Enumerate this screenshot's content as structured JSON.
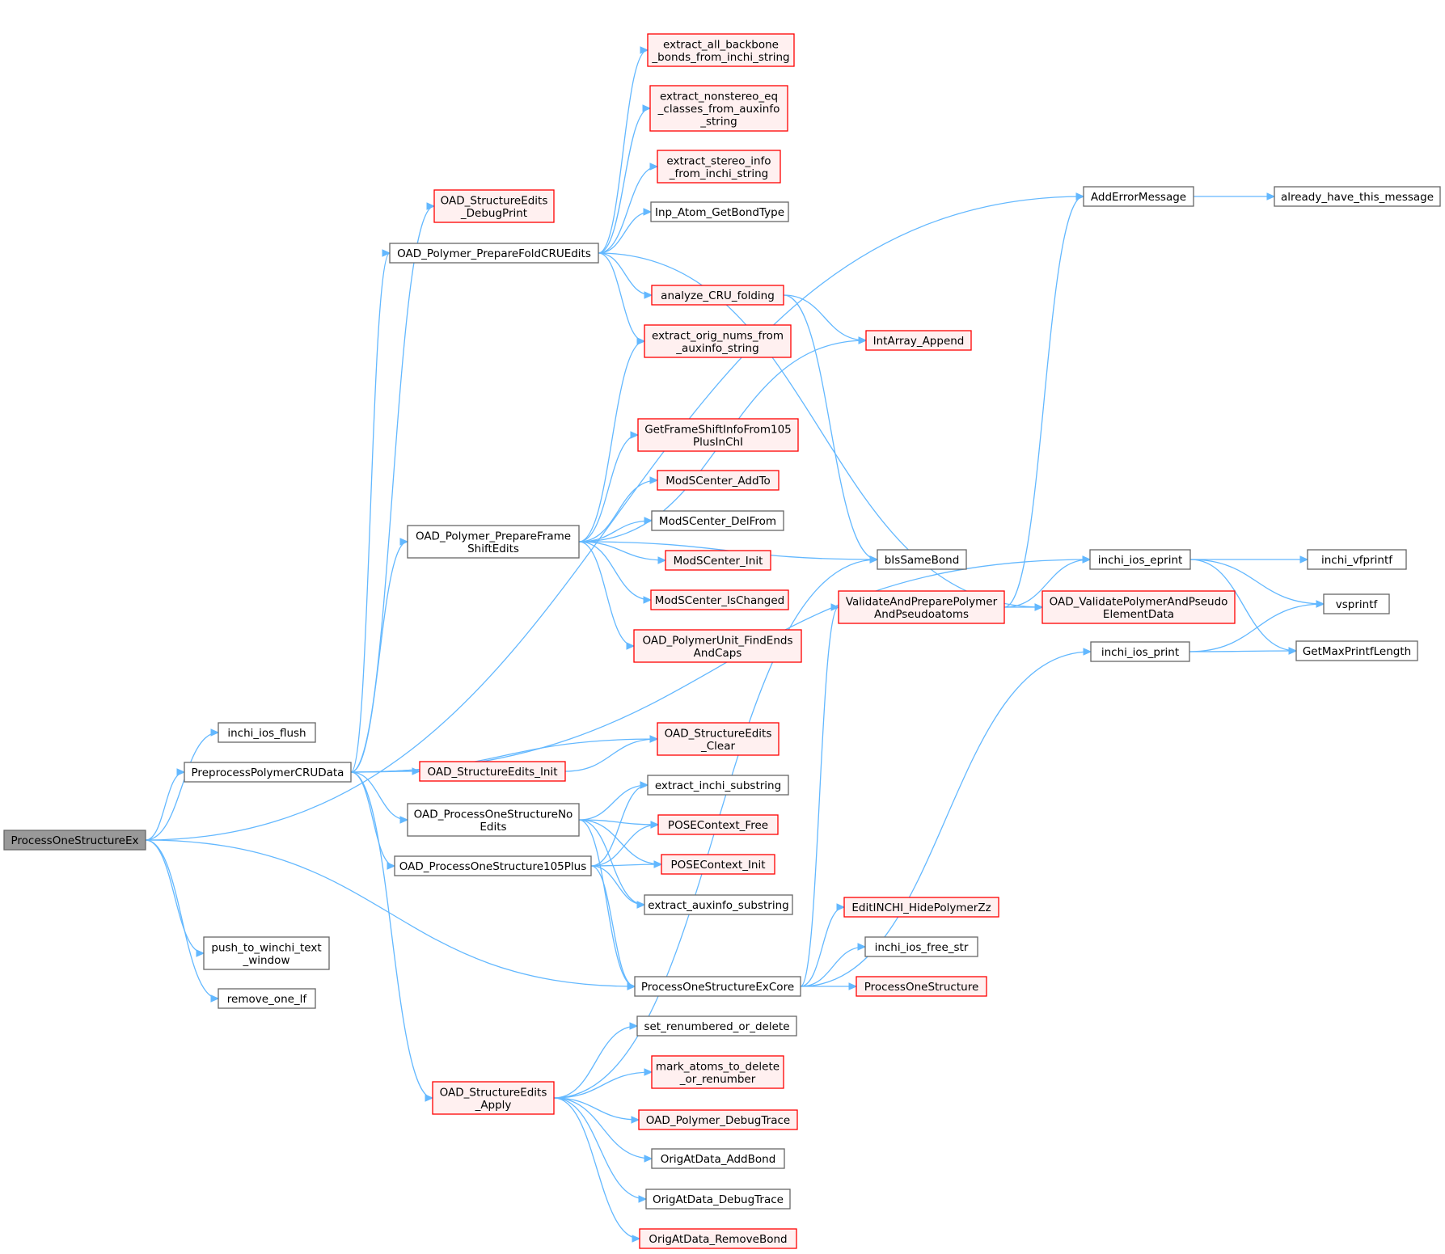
{
  "colors": {
    "edge": "#63b8ff",
    "root_fill": "#999999",
    "red_fill": "#fff0f0",
    "red_stroke": "#ff0000",
    "plain_stroke": "#666666"
  },
  "nodes": [
    {
      "id": "ProcessOneStructureEx",
      "lines": [
        "ProcessOneStructureEx"
      ],
      "style": "root"
    },
    {
      "id": "inchi_ios_flush",
      "lines": [
        "inchi_ios_flush"
      ],
      "style": "plain"
    },
    {
      "id": "PreprocessPolymerCRUData",
      "lines": [
        "PreprocessPolymerCRUData"
      ],
      "style": "plain"
    },
    {
      "id": "push_to_winchi_text_window",
      "lines": [
        "push_to_winchi_text",
        "_window"
      ],
      "style": "plain"
    },
    {
      "id": "remove_one_lf",
      "lines": [
        "remove_one_lf"
      ],
      "style": "plain"
    },
    {
      "id": "OAD_StructureEdits_DebugPrint",
      "lines": [
        "OAD_StructureEdits",
        "_DebugPrint"
      ],
      "style": "red"
    },
    {
      "id": "OAD_Polymer_PrepareFoldCRUEdits",
      "lines": [
        "OAD_Polymer_PrepareFoldCRUEdits"
      ],
      "style": "plain"
    },
    {
      "id": "OAD_Polymer_PrepareFrameShiftEdits",
      "lines": [
        "OAD_Polymer_PrepareFrame",
        "ShiftEdits"
      ],
      "style": "plain"
    },
    {
      "id": "OAD_StructureEdits_Init",
      "lines": [
        "OAD_StructureEdits_Init"
      ],
      "style": "red"
    },
    {
      "id": "OAD_ProcessOneStructureNoEdits",
      "lines": [
        "OAD_ProcessOneStructureNo",
        "Edits"
      ],
      "style": "plain"
    },
    {
      "id": "OAD_ProcessOneStructure105Plus",
      "lines": [
        "OAD_ProcessOneStructure105Plus"
      ],
      "style": "plain"
    },
    {
      "id": "OAD_StructureEdits_Apply",
      "lines": [
        "OAD_StructureEdits",
        "_Apply"
      ],
      "style": "red"
    },
    {
      "id": "extract_all_backbone_bonds_from_inchi_string",
      "lines": [
        "extract_all_backbone",
        "_bonds_from_inchi_string"
      ],
      "style": "red"
    },
    {
      "id": "extract_nonstereo_eq_classes_from_auxinfo_string",
      "lines": [
        "extract_nonstereo_eq",
        "_classes_from_auxinfo",
        "_string"
      ],
      "style": "red"
    },
    {
      "id": "extract_stereo_info_from_inchi_string",
      "lines": [
        "extract_stereo_info",
        "_from_inchi_string"
      ],
      "style": "red"
    },
    {
      "id": "Inp_Atom_GetBondType",
      "lines": [
        "Inp_Atom_GetBondType"
      ],
      "style": "plain"
    },
    {
      "id": "analyze_CRU_folding",
      "lines": [
        "analyze_CRU_folding"
      ],
      "style": "red"
    },
    {
      "id": "extract_orig_nums_from_auxinfo_string",
      "lines": [
        "extract_orig_nums_from",
        "_auxinfo_string"
      ],
      "style": "red"
    },
    {
      "id": "GetFrameShiftInfoFrom105PlusInChI",
      "lines": [
        "GetFrameShiftInfoFrom105",
        "PlusInChI"
      ],
      "style": "red"
    },
    {
      "id": "ModSCenter_AddTo",
      "lines": [
        "ModSCenter_AddTo"
      ],
      "style": "red"
    },
    {
      "id": "ModSCenter_DelFrom",
      "lines": [
        "ModSCenter_DelFrom"
      ],
      "style": "plain"
    },
    {
      "id": "ModSCenter_Init",
      "lines": [
        "ModSCenter_Init"
      ],
      "style": "red"
    },
    {
      "id": "ModSCenter_IsChanged",
      "lines": [
        "ModSCenter_IsChanged"
      ],
      "style": "red"
    },
    {
      "id": "OAD_PolymerUnit_FindEndsAndCaps",
      "lines": [
        "OAD_PolymerUnit_FindEnds",
        "AndCaps"
      ],
      "style": "red"
    },
    {
      "id": "OAD_StructureEdits_Clear",
      "lines": [
        "OAD_StructureEdits",
        "_Clear"
      ],
      "style": "red"
    },
    {
      "id": "extract_inchi_substring",
      "lines": [
        "extract_inchi_substring"
      ],
      "style": "plain"
    },
    {
      "id": "POSEContext_Free",
      "lines": [
        "POSEContext_Free"
      ],
      "style": "red"
    },
    {
      "id": "POSEContext_Init",
      "lines": [
        "POSEContext_Init"
      ],
      "style": "red"
    },
    {
      "id": "extract_auxinfo_substring",
      "lines": [
        "extract_auxinfo_substring"
      ],
      "style": "plain"
    },
    {
      "id": "ProcessOneStructureExCore",
      "lines": [
        "ProcessOneStructureExCore"
      ],
      "style": "plain"
    },
    {
      "id": "set_renumbered_or_delete",
      "lines": [
        "set_renumbered_or_delete"
      ],
      "style": "plain"
    },
    {
      "id": "mark_atoms_to_delete_or_renumber",
      "lines": [
        "mark_atoms_to_delete",
        "_or_renumber"
      ],
      "style": "red"
    },
    {
      "id": "OAD_Polymer_DebugTrace",
      "lines": [
        "OAD_Polymer_DebugTrace"
      ],
      "style": "red"
    },
    {
      "id": "OrigAtData_AddBond",
      "lines": [
        "OrigAtData_AddBond"
      ],
      "style": "plain"
    },
    {
      "id": "OrigAtData_DebugTrace",
      "lines": [
        "OrigAtData_DebugTrace"
      ],
      "style": "plain"
    },
    {
      "id": "OrigAtData_RemoveBond",
      "lines": [
        "OrigAtData_RemoveBond"
      ],
      "style": "red"
    },
    {
      "id": "IntArray_Append",
      "lines": [
        "IntArray_Append"
      ],
      "style": "red"
    },
    {
      "id": "bIsSameBond",
      "lines": [
        "bIsSameBond"
      ],
      "style": "plain"
    },
    {
      "id": "ValidateAndPreparePolymerAndPseudoatoms",
      "lines": [
        "ValidateAndPreparePolymer",
        "AndPseudoatoms"
      ],
      "style": "red"
    },
    {
      "id": "EditINCHI_HidePolymerZz",
      "lines": [
        "EditINCHI_HidePolymerZz"
      ],
      "style": "red"
    },
    {
      "id": "inchi_ios_free_str",
      "lines": [
        "inchi_ios_free_str"
      ],
      "style": "plain"
    },
    {
      "id": "ProcessOneStructure",
      "lines": [
        "ProcessOneStructure"
      ],
      "style": "red"
    },
    {
      "id": "AddErrorMessage",
      "lines": [
        "AddErrorMessage"
      ],
      "style": "plain"
    },
    {
      "id": "inchi_ios_eprint",
      "lines": [
        "inchi_ios_eprint"
      ],
      "style": "plain"
    },
    {
      "id": "OAD_ValidatePolymerAndPseudoElementData",
      "lines": [
        "OAD_ValidatePolymerAndPseudo",
        "ElementData"
      ],
      "style": "red"
    },
    {
      "id": "inchi_ios_print",
      "lines": [
        "inchi_ios_print"
      ],
      "style": "plain"
    },
    {
      "id": "already_have_this_message",
      "lines": [
        "already_have_this_message"
      ],
      "style": "plain"
    },
    {
      "id": "inchi_vfprintf",
      "lines": [
        "inchi_vfprintf"
      ],
      "style": "plain"
    },
    {
      "id": "vsprintf",
      "lines": [
        "vsprintf"
      ],
      "style": "plain"
    },
    {
      "id": "GetMaxPrintfLength",
      "lines": [
        "GetMaxPrintfLength"
      ],
      "style": "plain"
    }
  ],
  "edges": [
    [
      "ProcessOneStructureEx",
      "inchi_ios_flush"
    ],
    [
      "ProcessOneStructureEx",
      "PreprocessPolymerCRUData"
    ],
    [
      "ProcessOneStructureEx",
      "push_to_winchi_text_window"
    ],
    [
      "ProcessOneStructureEx",
      "remove_one_lf"
    ],
    [
      "ProcessOneStructureEx",
      "ProcessOneStructureExCore"
    ],
    [
      "ProcessOneStructureEx",
      "AddErrorMessage"
    ],
    [
      "PreprocessPolymerCRUData",
      "OAD_StructureEdits_DebugPrint"
    ],
    [
      "PreprocessPolymerCRUData",
      "OAD_Polymer_PrepareFoldCRUEdits"
    ],
    [
      "PreprocessPolymerCRUData",
      "OAD_Polymer_PrepareFrameShiftEdits"
    ],
    [
      "PreprocessPolymerCRUData",
      "OAD_StructureEdits_Clear"
    ],
    [
      "PreprocessPolymerCRUData",
      "OAD_StructureEdits_Init"
    ],
    [
      "PreprocessPolymerCRUData",
      "OAD_ProcessOneStructureNoEdits"
    ],
    [
      "PreprocessPolymerCRUData",
      "OAD_ProcessOneStructure105Plus"
    ],
    [
      "PreprocessPolymerCRUData",
      "OAD_StructureEdits_Apply"
    ],
    [
      "PreprocessPolymerCRUData",
      "inchi_ios_eprint"
    ],
    [
      "OAD_Polymer_PrepareFoldCRUEdits",
      "extract_all_backbone_bonds_from_inchi_string"
    ],
    [
      "OAD_Polymer_PrepareFoldCRUEdits",
      "extract_nonstereo_eq_classes_from_auxinfo_string"
    ],
    [
      "OAD_Polymer_PrepareFoldCRUEdits",
      "extract_stereo_info_from_inchi_string"
    ],
    [
      "OAD_Polymer_PrepareFoldCRUEdits",
      "Inp_Atom_GetBondType"
    ],
    [
      "OAD_Polymer_PrepareFoldCRUEdits",
      "analyze_CRU_folding"
    ],
    [
      "OAD_Polymer_PrepareFoldCRUEdits",
      "extract_orig_nums_from_auxinfo_string"
    ],
    [
      "OAD_Polymer_PrepareFoldCRUEdits",
      "OAD_ValidatePolymerAndPseudoElementData"
    ],
    [
      "OAD_Polymer_PrepareFrameShiftEdits",
      "extract_orig_nums_from_auxinfo_string"
    ],
    [
      "OAD_Polymer_PrepareFrameShiftEdits",
      "IntArray_Append"
    ],
    [
      "OAD_Polymer_PrepareFrameShiftEdits",
      "GetFrameShiftInfoFrom105PlusInChI"
    ],
    [
      "OAD_Polymer_PrepareFrameShiftEdits",
      "ModSCenter_AddTo"
    ],
    [
      "OAD_Polymer_PrepareFrameShiftEdits",
      "ModSCenter_DelFrom"
    ],
    [
      "OAD_Polymer_PrepareFrameShiftEdits",
      "ModSCenter_Init"
    ],
    [
      "OAD_Polymer_PrepareFrameShiftEdits",
      "ModSCenter_IsChanged"
    ],
    [
      "OAD_Polymer_PrepareFrameShiftEdits",
      "OAD_PolymerUnit_FindEndsAndCaps"
    ],
    [
      "OAD_Polymer_PrepareFrameShiftEdits",
      "bIsSameBond"
    ],
    [
      "OAD_StructureEdits_Init",
      "OAD_StructureEdits_Clear"
    ],
    [
      "analyze_CRU_folding",
      "IntArray_Append"
    ],
    [
      "analyze_CRU_folding",
      "bIsSameBond"
    ],
    [
      "OAD_ProcessOneStructureNoEdits",
      "extract_inchi_substring"
    ],
    [
      "OAD_ProcessOneStructureNoEdits",
      "POSEContext_Free"
    ],
    [
      "OAD_ProcessOneStructureNoEdits",
      "POSEContext_Init"
    ],
    [
      "OAD_ProcessOneStructureNoEdits",
      "extract_auxinfo_substring"
    ],
    [
      "OAD_ProcessOneStructureNoEdits",
      "ProcessOneStructureExCore"
    ],
    [
      "OAD_ProcessOneStructure105Plus",
      "extract_inchi_substring"
    ],
    [
      "OAD_ProcessOneStructure105Plus",
      "POSEContext_Free"
    ],
    [
      "OAD_ProcessOneStructure105Plus",
      "POSEContext_Init"
    ],
    [
      "OAD_ProcessOneStructure105Plus",
      "extract_auxinfo_substring"
    ],
    [
      "OAD_ProcessOneStructure105Plus",
      "ProcessOneStructureExCore"
    ],
    [
      "OAD_StructureEdits_Apply",
      "set_renumbered_or_delete"
    ],
    [
      "OAD_StructureEdits_Apply",
      "mark_atoms_to_delete_or_renumber"
    ],
    [
      "OAD_StructureEdits_Apply",
      "OAD_Polymer_DebugTrace"
    ],
    [
      "OAD_StructureEdits_Apply",
      "OrigAtData_AddBond"
    ],
    [
      "OAD_StructureEdits_Apply",
      "OrigAtData_DebugTrace"
    ],
    [
      "OAD_StructureEdits_Apply",
      "OrigAtData_RemoveBond"
    ],
    [
      "OAD_StructureEdits_Apply",
      "bIsSameBond"
    ],
    [
      "ProcessOneStructureExCore",
      "ValidateAndPreparePolymerAndPseudoatoms"
    ],
    [
      "ProcessOneStructureExCore",
      "EditINCHI_HidePolymerZz"
    ],
    [
      "ProcessOneStructureExCore",
      "inchi_ios_free_str"
    ],
    [
      "ProcessOneStructureExCore",
      "ProcessOneStructure"
    ],
    [
      "ProcessOneStructureExCore",
      "inchi_ios_print"
    ],
    [
      "ValidateAndPreparePolymerAndPseudoatoms",
      "AddErrorMessage"
    ],
    [
      "ValidateAndPreparePolymerAndPseudoatoms",
      "inchi_ios_eprint"
    ],
    [
      "ValidateAndPreparePolymerAndPseudoatoms",
      "OAD_ValidatePolymerAndPseudoElementData"
    ],
    [
      "AddErrorMessage",
      "already_have_this_message"
    ],
    [
      "inchi_ios_eprint",
      "inchi_vfprintf"
    ],
    [
      "inchi_ios_eprint",
      "vsprintf"
    ],
    [
      "inchi_ios_eprint",
      "GetMaxPrintfLength"
    ],
    [
      "inchi_ios_print",
      "vsprintf"
    ],
    [
      "inchi_ios_print",
      "GetMaxPrintfLength"
    ]
  ]
}
